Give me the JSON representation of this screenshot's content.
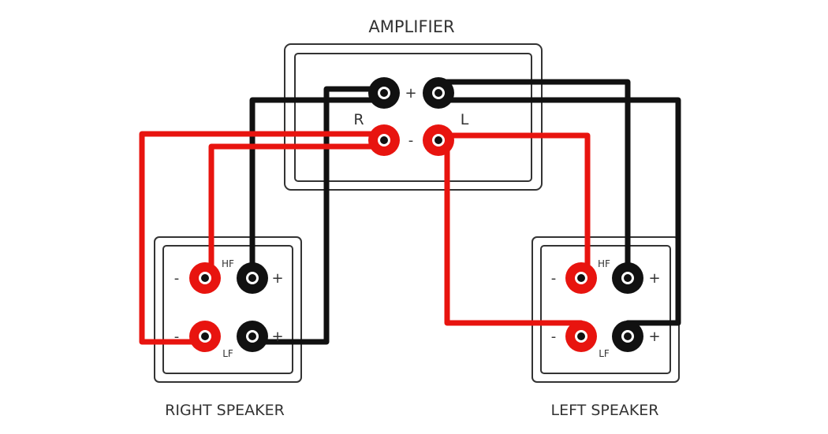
{
  "colors": {
    "positive_wire": "#111111",
    "negative_wire": "#e8140f",
    "box_outline": "#333333",
    "background": "#ffffff"
  },
  "amplifier": {
    "title": "AMPLIFIER",
    "right_channel_label": "R",
    "left_channel_label": "L",
    "plus_sign": "+",
    "minus_sign": "-"
  },
  "right_speaker": {
    "title": "RIGHT SPEAKER",
    "hf_label": "HF",
    "lf_label": "LF",
    "plus_sign": "+",
    "minus_sign": "-"
  },
  "left_speaker": {
    "title": "LEFT SPEAKER",
    "hf_label": "HF",
    "lf_label": "LF",
    "plus_sign": "+",
    "minus_sign": "-"
  }
}
